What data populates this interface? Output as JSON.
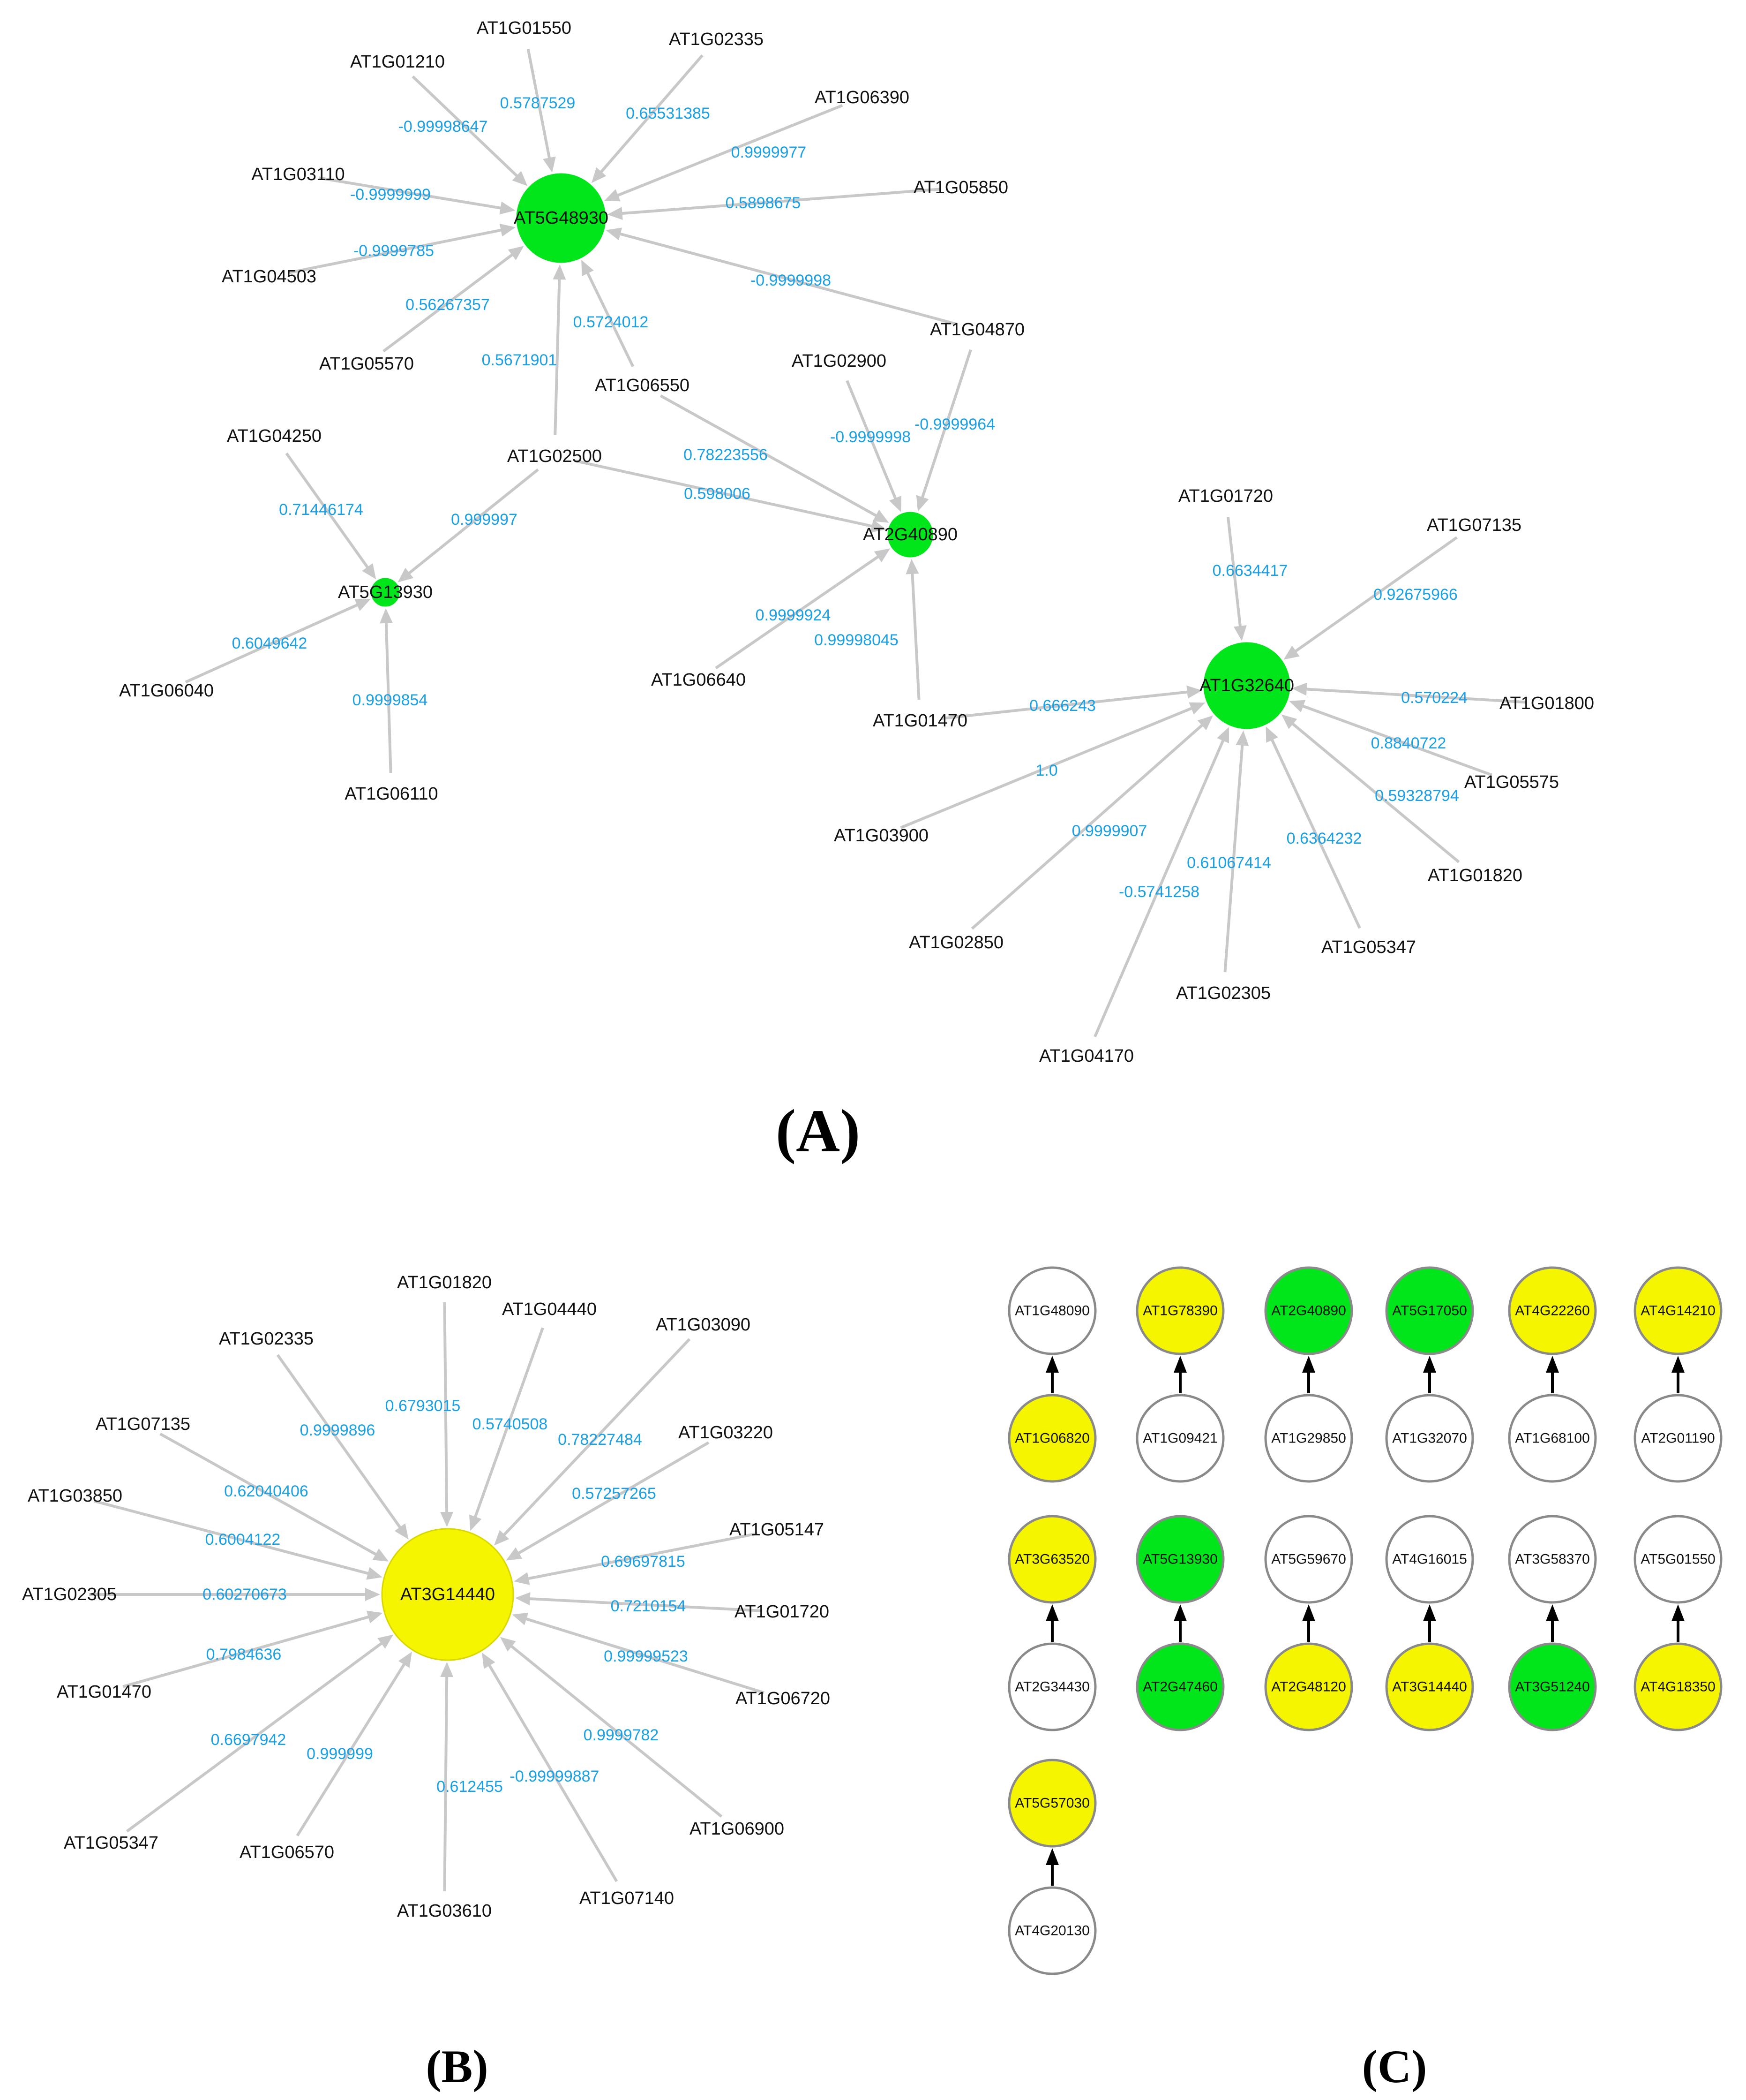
{
  "colors": {
    "green": "#00e61a",
    "yellow": "#f5f500",
    "white": "#ffffff",
    "node_stroke": "#8a8a8a",
    "edge": "#c8c8c8",
    "weight_text": "#1aa0e6"
  },
  "panel_labels": [
    "(A)",
    "(B)",
    "(C)"
  ],
  "panel_a": {
    "hubs": [
      {
        "id": "AT5G48930",
        "color": "green"
      },
      {
        "id": "AT2G40890",
        "color": "green"
      },
      {
        "id": "AT5G13930",
        "color": "green"
      },
      {
        "id": "AT1G32640",
        "color": "green"
      }
    ],
    "edges": [
      {
        "source": "AT1G01550",
        "target": "AT5G48930",
        "weight": "0.5787529"
      },
      {
        "source": "AT1G01210",
        "target": "AT5G48930",
        "weight": "-0.99998647"
      },
      {
        "source": "AT1G02335",
        "target": "AT5G48930",
        "weight": "0.65531385"
      },
      {
        "source": "AT1G06390",
        "target": "AT5G48930",
        "weight": "0.9999977"
      },
      {
        "source": "AT1G03110",
        "target": "AT5G48930",
        "weight": "-0.9999999"
      },
      {
        "source": "AT1G05850",
        "target": "AT5G48930",
        "weight": "0.5898675"
      },
      {
        "source": "AT1G04503",
        "target": "AT5G48930",
        "weight": "-0.9999785"
      },
      {
        "source": "AT1G04870",
        "target": "AT5G48930",
        "weight": "-0.9999998"
      },
      {
        "source": "AT1G05570",
        "target": "AT5G48930",
        "weight": "0.56267357"
      },
      {
        "source": "AT1G06550",
        "target": "AT5G48930",
        "weight": "0.5724012"
      },
      {
        "source": "AT1G02500",
        "target": "AT5G48930",
        "weight": "0.5671901"
      },
      {
        "source": "AT1G02900",
        "target": "AT2G40890",
        "weight": "-0.9999998"
      },
      {
        "source": "AT1G04870",
        "target": "AT2G40890",
        "weight": "-0.9999964"
      },
      {
        "source": "AT1G06550",
        "target": "AT2G40890",
        "weight": "0.78223556"
      },
      {
        "source": "AT1G02500",
        "target": "AT2G40890",
        "weight": "0.598006"
      },
      {
        "source": "AT1G06640",
        "target": "AT2G40890",
        "weight": "0.9999924"
      },
      {
        "source": "AT1G01470",
        "target": "AT2G40890",
        "weight": "0.99998045"
      },
      {
        "source": "AT1G04250",
        "target": "AT5G13930",
        "weight": "0.71446174"
      },
      {
        "source": "AT1G02500",
        "target": "AT5G13930",
        "weight": "0.999997"
      },
      {
        "source": "AT1G06040",
        "target": "AT5G13930",
        "weight": "0.6049642"
      },
      {
        "source": "AT1G06110",
        "target": "AT5G13930",
        "weight": "0.9999854"
      },
      {
        "source": "AT1G01720",
        "target": "AT1G32640",
        "weight": "0.6634417"
      },
      {
        "source": "AT1G07135",
        "target": "AT1G32640",
        "weight": "0.92675966"
      },
      {
        "source": "AT1G01470",
        "target": "AT1G32640",
        "weight": "0.666243"
      },
      {
        "source": "AT1G01800",
        "target": "AT1G32640",
        "weight": "0.570224"
      },
      {
        "source": "AT1G05575",
        "target": "AT1G32640",
        "weight": "0.8840722"
      },
      {
        "source": "AT1G03900",
        "target": "AT1G32640",
        "weight": "1.0"
      },
      {
        "source": "AT1G01820",
        "target": "AT1G32640",
        "weight": "0.59328794"
      },
      {
        "source": "AT1G02850",
        "target": "AT1G32640",
        "weight": "0.9999907"
      },
      {
        "source": "AT1G05347",
        "target": "AT1G32640",
        "weight": "0.6364232"
      },
      {
        "source": "AT1G02305",
        "target": "AT1G32640",
        "weight": "0.61067414"
      },
      {
        "source": "AT1G04170",
        "target": "AT1G32640",
        "weight": "-0.5741258"
      }
    ]
  },
  "panel_b": {
    "hub": {
      "id": "AT3G14440",
      "color": "yellow"
    },
    "edges": [
      {
        "source": "AT1G01820",
        "weight": "0.6793015"
      },
      {
        "source": "AT1G04440",
        "weight": "0.5740508"
      },
      {
        "source": "AT1G02335",
        "weight": "0.9999896"
      },
      {
        "source": "AT1G03090",
        "weight": "0.78227484"
      },
      {
        "source": "AT1G07135",
        "weight": "0.62040406"
      },
      {
        "source": "AT1G03220",
        "weight": "0.57257265"
      },
      {
        "source": "AT1G03850",
        "weight": "0.6004122"
      },
      {
        "source": "AT1G05147",
        "weight": "0.69697815"
      },
      {
        "source": "AT1G02305",
        "weight": "0.60270673"
      },
      {
        "source": "AT1G01720",
        "weight": "0.7210154"
      },
      {
        "source": "AT1G01470",
        "weight": "0.7984636"
      },
      {
        "source": "AT1G06720",
        "weight": "0.99999523"
      },
      {
        "source": "AT1G05347",
        "weight": "0.6697942"
      },
      {
        "source": "AT1G06900",
        "weight": "0.9999782"
      },
      {
        "source": "AT1G06570",
        "weight": "0.999999"
      },
      {
        "source": "AT1G07140",
        "weight": "-0.99999887"
      },
      {
        "source": "AT1G03610",
        "weight": "0.612455"
      }
    ]
  },
  "panel_c": {
    "pairs": [
      {
        "top": {
          "id": "AT1G48090",
          "color": "white"
        },
        "bottom": {
          "id": "AT1G06820",
          "color": "yellow"
        }
      },
      {
        "top": {
          "id": "AT1G78390",
          "color": "yellow"
        },
        "bottom": {
          "id": "AT1G09421",
          "color": "white"
        }
      },
      {
        "top": {
          "id": "AT2G40890",
          "color": "green"
        },
        "bottom": {
          "id": "AT1G29850",
          "color": "white"
        }
      },
      {
        "top": {
          "id": "AT5G17050",
          "color": "green"
        },
        "bottom": {
          "id": "AT1G32070",
          "color": "white"
        }
      },
      {
        "top": {
          "id": "AT4G22260",
          "color": "yellow"
        },
        "bottom": {
          "id": "AT1G68100",
          "color": "white"
        }
      },
      {
        "top": {
          "id": "AT4G14210",
          "color": "yellow"
        },
        "bottom": {
          "id": "AT2G01190",
          "color": "white"
        }
      },
      {
        "top": {
          "id": "AT3G63520",
          "color": "yellow"
        },
        "bottom": {
          "id": "AT2G34430",
          "color": "white"
        }
      },
      {
        "top": {
          "id": "AT5G13930",
          "color": "green"
        },
        "bottom": {
          "id": "AT2G47460",
          "color": "green"
        }
      },
      {
        "top": {
          "id": "AT5G59670",
          "color": "white"
        },
        "bottom": {
          "id": "AT2G48120",
          "color": "yellow"
        }
      },
      {
        "top": {
          "id": "AT4G16015",
          "color": "white"
        },
        "bottom": {
          "id": "AT3G14440",
          "color": "yellow"
        }
      },
      {
        "top": {
          "id": "AT3G58370",
          "color": "white"
        },
        "bottom": {
          "id": "AT3G51240",
          "color": "green"
        }
      },
      {
        "top": {
          "id": "AT5G01550",
          "color": "white"
        },
        "bottom": {
          "id": "AT4G18350",
          "color": "yellow"
        }
      },
      {
        "top": {
          "id": "AT5G57030",
          "color": "yellow"
        },
        "bottom": {
          "id": "AT4G20130",
          "color": "white"
        }
      }
    ]
  }
}
